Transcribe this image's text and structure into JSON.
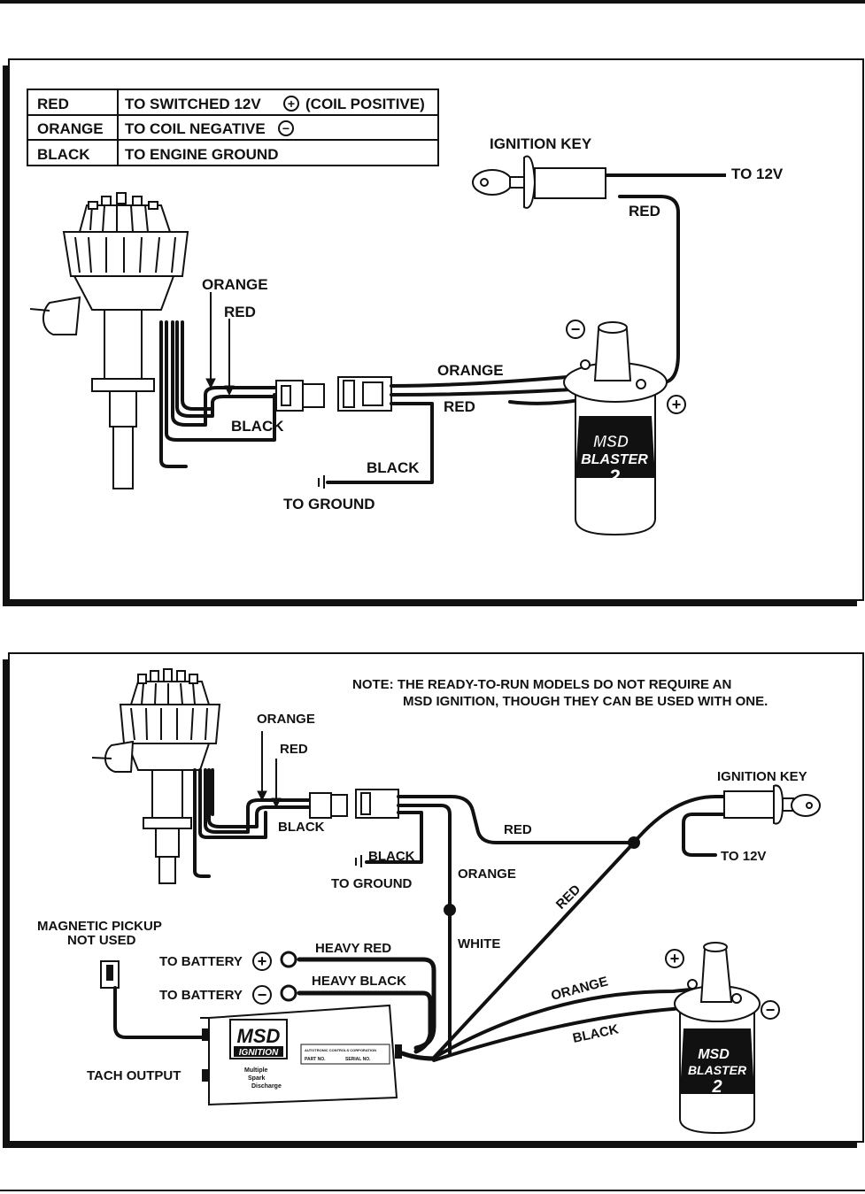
{
  "diagram1": {
    "legend": [
      {
        "color": "RED",
        "destination": "TO SWITCHED 12V",
        "sign": "+",
        "suffix": "(COIL POSITIVE)"
      },
      {
        "color": "ORANGE",
        "destination": "TO COIL NEGATIVE",
        "sign": "−",
        "suffix": ""
      },
      {
        "color": "BLACK",
        "destination": "TO ENGINE GROUND",
        "sign": "",
        "suffix": ""
      }
    ],
    "labels": {
      "ignition_key": "IGNITION KEY",
      "to_12v": "TO 12V",
      "red_key": "RED",
      "orange_dist": "ORANGE",
      "red_dist": "RED",
      "black_dist": "BLACK",
      "orange_coil": "ORANGE",
      "red_coil": "RED",
      "black_ground": "BLACK",
      "to_ground": "TO GROUND",
      "coil_minus": "−",
      "coil_plus": "+"
    },
    "coil": {
      "brand": "MSD",
      "model": "BLASTER",
      "number": "2"
    }
  },
  "diagram2": {
    "note": [
      "NOTE: THE READY-TO-RUN MODELS DO NOT REQUIRE AN",
      "MSD IGNITION, THOUGH THEY CAN BE USED WITH ONE."
    ],
    "labels": {
      "orange_dist": "ORANGE",
      "red_dist": "RED",
      "black_dist": "BLACK",
      "black_ground": "BLACK",
      "to_ground": "TO GROUND",
      "ignition_key": "IGNITION KEY",
      "red_key": "RED",
      "to_12v": "TO 12V",
      "orange_mid": "ORANGE",
      "white": "WHITE",
      "red_diag": "RED",
      "orange_coil": "ORANGE",
      "black_coil": "BLACK",
      "magnetic_pickup_1": "MAGNETIC PICKUP",
      "magnetic_pickup_2": "NOT USED",
      "to_battery_pos": "TO BATTERY",
      "to_battery_neg": "TO BATTERY",
      "heavy_red": "HEAVY RED",
      "heavy_black": "HEAVY BLACK",
      "tach_output": "TACH OUTPUT",
      "coil_plus": "+",
      "coil_minus": "−",
      "bat_plus": "+",
      "bat_minus": "−"
    },
    "ignition_box": {
      "brand": "MSD",
      "sub": "IGNITION",
      "desc": [
        "Multiple",
        "Spark",
        "Discharge"
      ],
      "plate_1": "AUTOTRONIC CONTROLS CORPORATION",
      "plate_2": "PART NO.",
      "plate_3": "SERIAL NO."
    },
    "coil": {
      "brand": "MSD",
      "model": "BLASTER",
      "number": "2"
    }
  }
}
